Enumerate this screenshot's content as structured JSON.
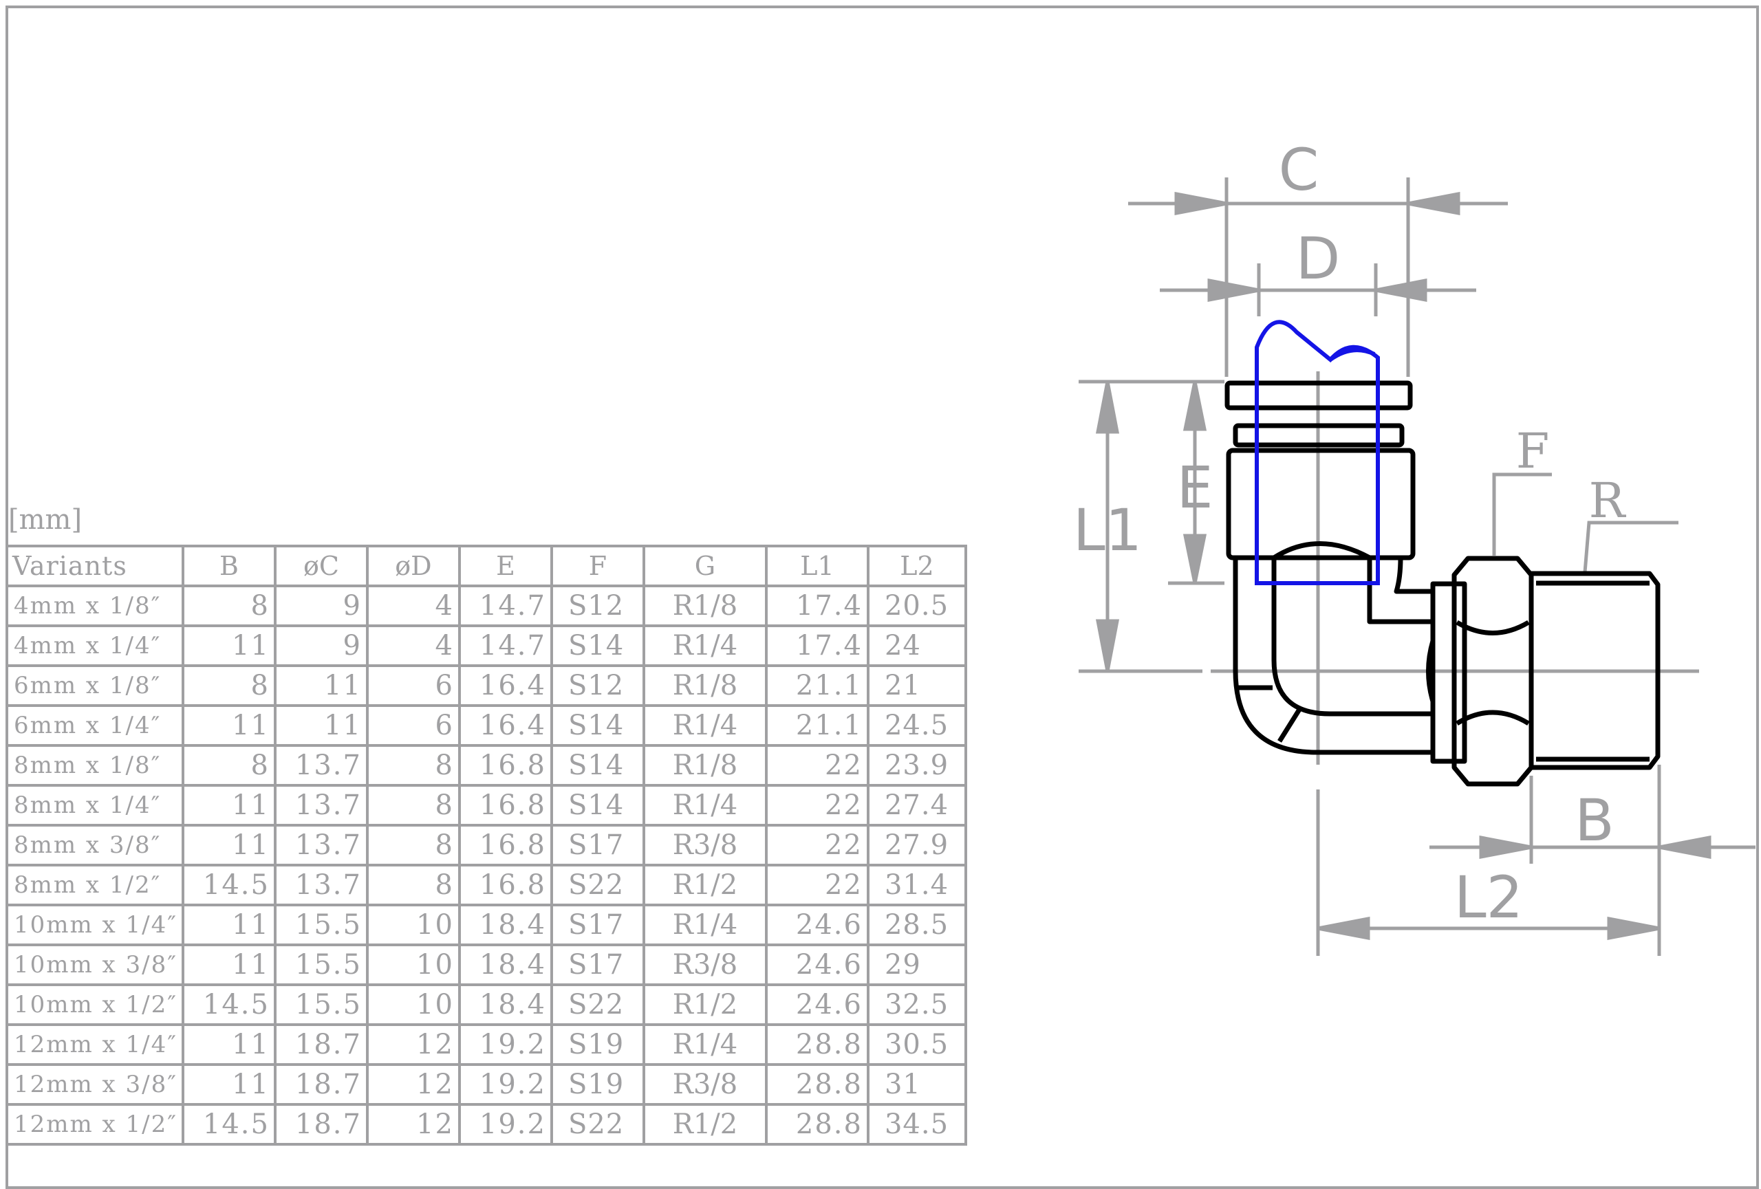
{
  "unit_label": "[mm]",
  "table": {
    "headers": [
      "Variants",
      "B",
      "øC",
      "øD",
      "E",
      "F",
      "G",
      "L1",
      "L2"
    ],
    "rows": [
      [
        "4mm x 1/8″",
        "8",
        "9",
        "4",
        "14.7",
        "S12",
        "R1/8",
        "17.4",
        "20.5"
      ],
      [
        "4mm x 1/4″",
        "11",
        "9",
        "4",
        "14.7",
        "S14",
        "R1/4",
        "17.4",
        "24"
      ],
      [
        "6mm x 1/8″",
        "8",
        "11",
        "6",
        "16.4",
        "S12",
        "R1/8",
        "21.1",
        "21"
      ],
      [
        "6mm x 1/4″",
        "11",
        "11",
        "6",
        "16.4",
        "S14",
        "R1/4",
        "21.1",
        "24.5"
      ],
      [
        "8mm x 1/8″",
        "8",
        "13.7",
        "8",
        "16.8",
        "S14",
        "R1/8",
        "22",
        "23.9"
      ],
      [
        "8mm x 1/4″",
        "11",
        "13.7",
        "8",
        "16.8",
        "S14",
        "R1/4",
        "22",
        "27.4"
      ],
      [
        "8mm x 3/8″",
        "11",
        "13.7",
        "8",
        "16.8",
        "S17",
        "R3/8",
        "22",
        "27.9"
      ],
      [
        "8mm x 1/2″",
        "14.5",
        "13.7",
        "8",
        "16.8",
        "S22",
        "R1/2",
        "22",
        "31.4"
      ],
      [
        "10mm x 1/4″",
        "11",
        "15.5",
        "10",
        "18.4",
        "S17",
        "R1/4",
        "24.6",
        "28.5"
      ],
      [
        "10mm x 3/8″",
        "11",
        "15.5",
        "10",
        "18.4",
        "S17",
        "R3/8",
        "24.6",
        "29"
      ],
      [
        "10mm x 1/2″",
        "14.5",
        "15.5",
        "10",
        "18.4",
        "S22",
        "R1/2",
        "24.6",
        "32.5"
      ],
      [
        "12mm x 1/4″",
        "11",
        "18.7",
        "12",
        "19.2",
        "S19",
        "R1/4",
        "28.8",
        "30.5"
      ],
      [
        "12mm x 3/8″",
        "11",
        "18.7",
        "12",
        "19.2",
        "S19",
        "R3/8",
        "28.8",
        "31"
      ],
      [
        "12mm x 1/2″",
        "14.5",
        "18.7",
        "12",
        "19.2",
        "S22",
        "R1/2",
        "28.8",
        "34.5"
      ]
    ]
  },
  "drawing": {
    "labels": {
      "c": "C",
      "d": "D",
      "e": "E",
      "l1": "L1",
      "l2": "L2",
      "b": "B",
      "f": "F",
      "r": "R"
    },
    "colors": {
      "outline": "#000000",
      "dimension": "#a0a0a2",
      "tube": "#1414e6"
    }
  }
}
